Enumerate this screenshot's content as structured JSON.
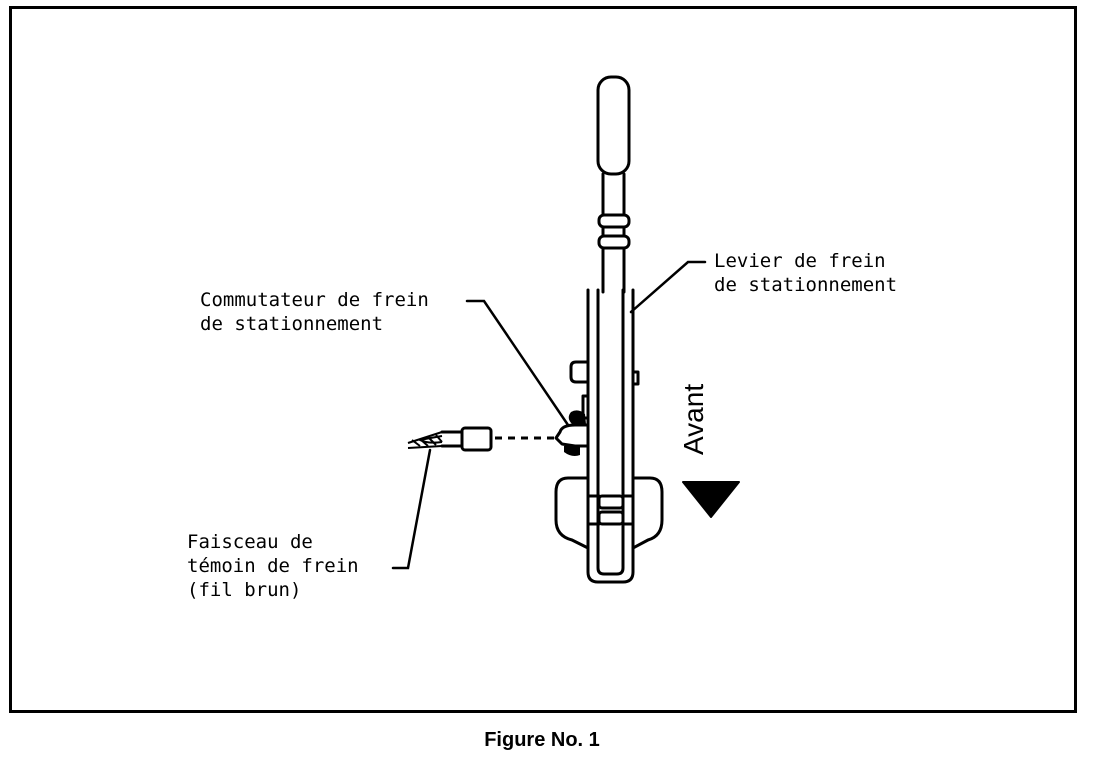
{
  "labels": {
    "commutateur": "Commutateur de frein\nde stationnement",
    "levier": "Levier de frein\nde stationnement",
    "faisceau": "Faisceau de\ntémoin de frein\n(fil brun)",
    "avant": "Avant"
  },
  "caption": "Figure No. 1"
}
